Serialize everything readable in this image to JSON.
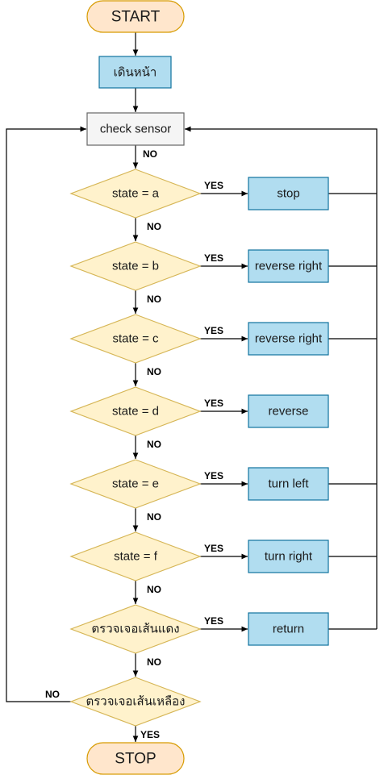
{
  "colors": {
    "terminal_fill": "#ffe6cc",
    "terminal_stroke": "#d79b00",
    "process_fill": "#b1ddf0",
    "process_stroke": "#10739e",
    "input_fill": "#f5f5f5",
    "input_stroke": "#666666",
    "decision_fill": "#fff2cc",
    "decision_stroke": "#d6b656",
    "line": "#000000"
  },
  "nodes": {
    "start": "START",
    "forward": "เดินหน้า",
    "check_sensor": "check sensor",
    "decisions": [
      "state = a",
      "state = b",
      "state = c",
      "state = d",
      "state = e",
      "state = f",
      "ตรวจเจอเส้นแดง",
      "ตรวจเจอเส้นเหลือง"
    ],
    "actions": [
      "stop",
      "reverse right",
      "reverse right",
      "reverse",
      "turn left",
      "turn right",
      "return"
    ],
    "stop": "STOP"
  },
  "edge_labels": {
    "yes": "YES",
    "no": "NO"
  }
}
